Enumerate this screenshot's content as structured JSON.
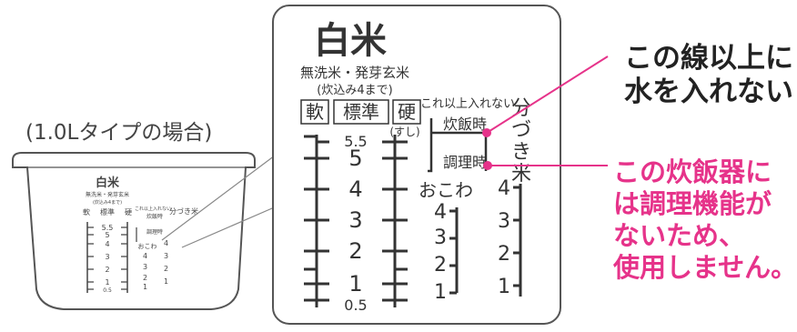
{
  "small_pot_label": "(1.0Lタイプの場合)",
  "panel": {
    "title": "白米",
    "subtitle": "無洗米・発芽玄米",
    "subtitle_note": "(炊込み4まで)",
    "texture_soft": "軟",
    "texture_standard": "標準",
    "texture_hard": "硬",
    "texture_hard_note": "(すし)",
    "no_water_above": "これ以上入れない",
    "rice_cooking_time": "炊飯時",
    "cooking_time": "調理時",
    "partial_polish": "分づき米",
    "okowa": "おこわ",
    "main_scale": [
      "5.5",
      "5",
      "4",
      "3",
      "2",
      "1",
      "0.5"
    ],
    "okowa_scale": [
      "4",
      "3",
      "2",
      "1"
    ],
    "bunzuki_scale": [
      "4",
      "3",
      "2",
      "1"
    ]
  },
  "callouts": {
    "line_note": [
      "この線以上に",
      "水を入れない"
    ],
    "cooking_note": [
      "この炊飯器に",
      "は調理機能が",
      "ないため、",
      "使用しません。"
    ]
  },
  "colors": {
    "pink": "#e6338a",
    "ink": "#333333",
    "frame": "#555555"
  }
}
